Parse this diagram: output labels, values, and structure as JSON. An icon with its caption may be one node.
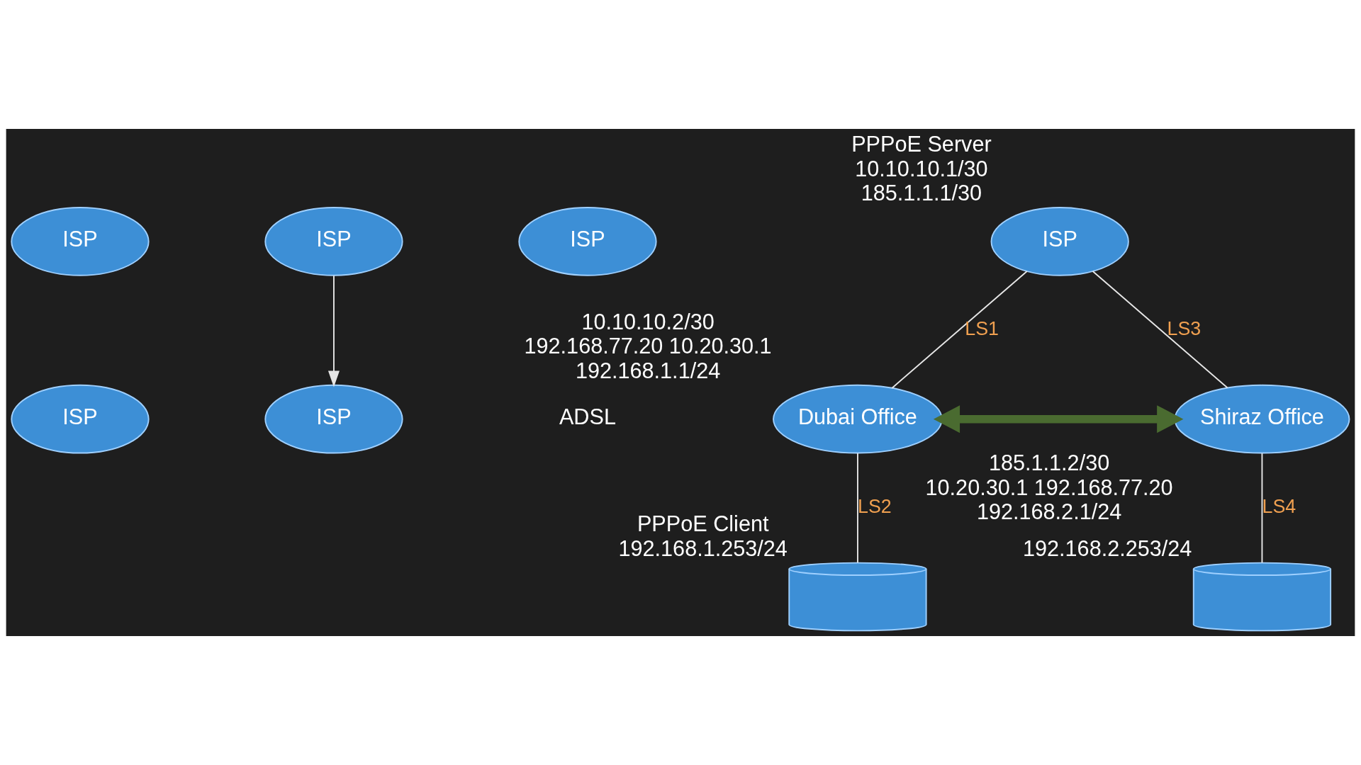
{
  "diagram": {
    "nodes": [
      {
        "text": [
          "ISP"
        ]
      },
      {
        "text": [
          "ISP"
        ]
      },
      {
        "text": [
          "ISP"
        ]
      },
      {
        "text": [
          "ISP"
        ]
      },
      {
        "text": [
          "ISP"
        ],
        "beside": [
          "PPPoE Server",
          "10.10.10.1/30",
          "185.1.1.1/30"
        ]
      },
      {
        "text": [
          "ISP"
        ]
      },
      {
        "text": [
          "Dubai Office"
        ],
        "beside": [
          "10.10.10.2/30",
          "192.168.77.20 10.20.30.1",
          "192.168.1.1/24"
        ]
      },
      {
        "text": [
          "Shiraz Office"
        ],
        "beside": [
          "185.1.1.2/30",
          "10.20.30.1 192.168.77.20",
          "192.168.2.1/24"
        ]
      },
      {
        "text": [],
        "shape": "cylinder",
        "beside": [
          "PPPoE Client",
          "192.168.1.253/24"
        ]
      },
      {
        "text": [],
        "shape": "cylinder",
        "beside": [
          "192.168.2.253/24"
        ]
      }
    ],
    "edges": [
      {
        "from": 4,
        "to": 6,
        "arrow": "none",
        "label": "LS1"
      },
      {
        "from": 4,
        "to": 7,
        "arrow": "none",
        "label": "LS3"
      },
      {
        "from": 5,
        "to": 2,
        "arrow": "to"
      },
      {
        "from": 6,
        "to": 7,
        "arrow": "both",
        "style": "thick",
        "color": "#4a6b30"
      },
      {
        "from": 6,
        "to": 8,
        "arrow": "none",
        "label": "LS2"
      },
      {
        "from": 7,
        "to": 9,
        "arrow": "none",
        "label": "LS4"
      }
    ],
    "labels": [
      "ADSL"
    ]
  }
}
